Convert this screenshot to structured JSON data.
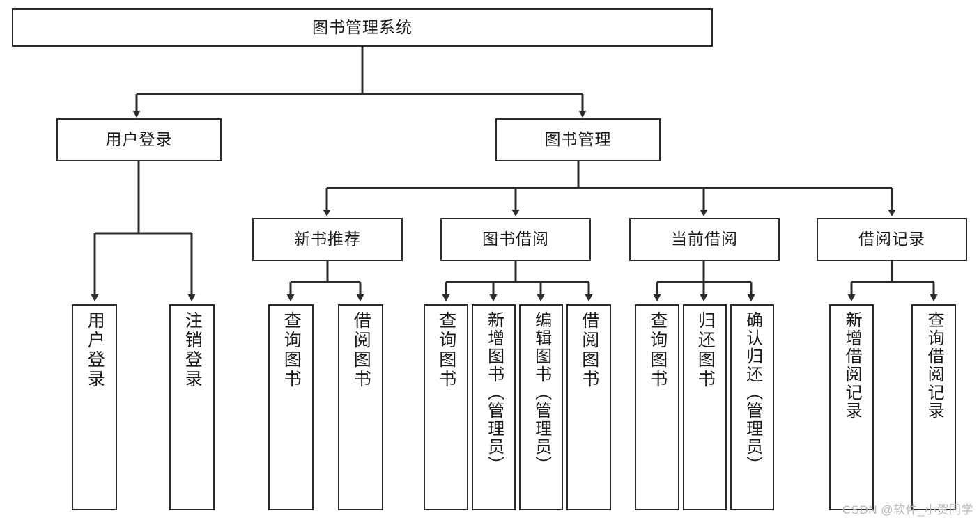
{
  "diagram": {
    "title": "图书管理系统",
    "type": "tree-hierarchy",
    "watermark": "CSDN @软件_小贺同学",
    "colors": {
      "box_border": "#2b2b2b",
      "box_fill": "#ffffff",
      "edge": "#2b2b2b",
      "text": "#1a1a1a",
      "watermark": "#b8b8b8"
    }
  },
  "nodes": {
    "root": {
      "label": "图书管理系统"
    },
    "level2": [
      {
        "label": "用户登录"
      },
      {
        "label": "图书管理"
      }
    ],
    "level3": [
      {
        "label": "新书推荐"
      },
      {
        "label": "图书借阅"
      },
      {
        "label": "当前借阅"
      },
      {
        "label": "借阅记录"
      }
    ],
    "leaves": {
      "user_login": [
        {
          "label": "用户登录"
        },
        {
          "label": "注销登录"
        }
      ],
      "new_book": [
        {
          "label": "查询图书"
        },
        {
          "label": "借阅图书"
        }
      ],
      "book_borrow": [
        {
          "label": "查询图书"
        },
        {
          "label": "新增图书（管理员）"
        },
        {
          "label": "编辑图书（管理员）"
        },
        {
          "label": "借阅图书"
        }
      ],
      "current_borrow": [
        {
          "label": "查询图书"
        },
        {
          "label": "归还图书"
        },
        {
          "label": "确认归还（管理员）"
        }
      ],
      "borrow_record": [
        {
          "label": "新增借阅记录"
        },
        {
          "label": "查询借阅记录"
        }
      ]
    }
  }
}
